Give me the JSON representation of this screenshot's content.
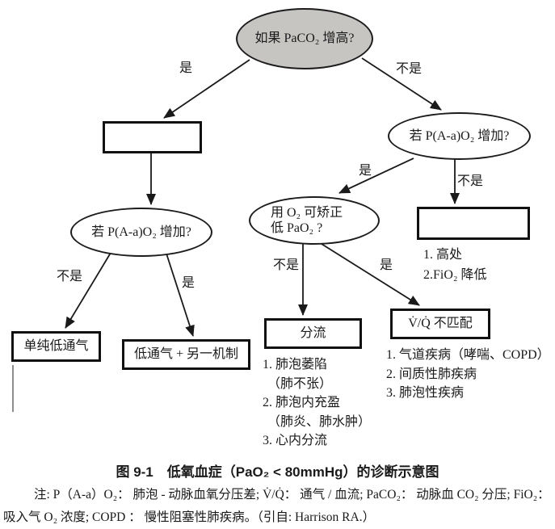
{
  "figure": {
    "caption": "图 9-1　低氧血症（PaO₂ < 80mmHg）的诊断示意图",
    "note_line1": "注: P（A-a）O₂： 肺泡 - 动脉血氧分压差; V̇/Q̇： 通气 / 血流; PaCO₂： 动脉血 CO₂ 分压; FiO₂：",
    "note_line2": "吸入气 O₂ 浓度; COPD ： 慢性阻塞性肺疾病。（引自: Harrison RA.）"
  },
  "colors": {
    "root_fill": "#c6c5c1",
    "line": "#1a1a1a"
  },
  "nodes": {
    "root": "如果 PaCO₂ 增高?",
    "left_blank": "",
    "left_question": "若 P(A-a)O₂ 增加?",
    "pure_hypoventilation": "单纯低通气",
    "hypoventilation_plus": "低通气 + 另一机制",
    "right_question": "若 P(A-a)O₂ 增加?",
    "o2_correct_line1": "用 O₂ 可矫正",
    "o2_correct_line2": "低 PaO₂ ?",
    "right_blank": "",
    "shunt": "分流",
    "vq_mismatch": "V̇/Q̇ 不匹配"
  },
  "edge_labels": {
    "root_yes": "是",
    "root_no": "不是",
    "left_no": "不是",
    "left_yes": "是",
    "right_yes": "是",
    "right_no": "不是",
    "o2_no": "不是",
    "o2_yes": "是"
  },
  "lists": {
    "altitude": [
      "1. 高处",
      "2.FiO₂ 降低"
    ],
    "shunt": [
      "1. 肺泡萎陷",
      "（肺不张）",
      "2. 肺泡内充盈",
      "（肺炎、肺水肿）",
      "3. 心内分流"
    ],
    "vq": [
      "1. 气道疾病（哮喘、COPD）",
      "2. 间质性肺疾病",
      "3. 肺泡性疾病"
    ]
  }
}
